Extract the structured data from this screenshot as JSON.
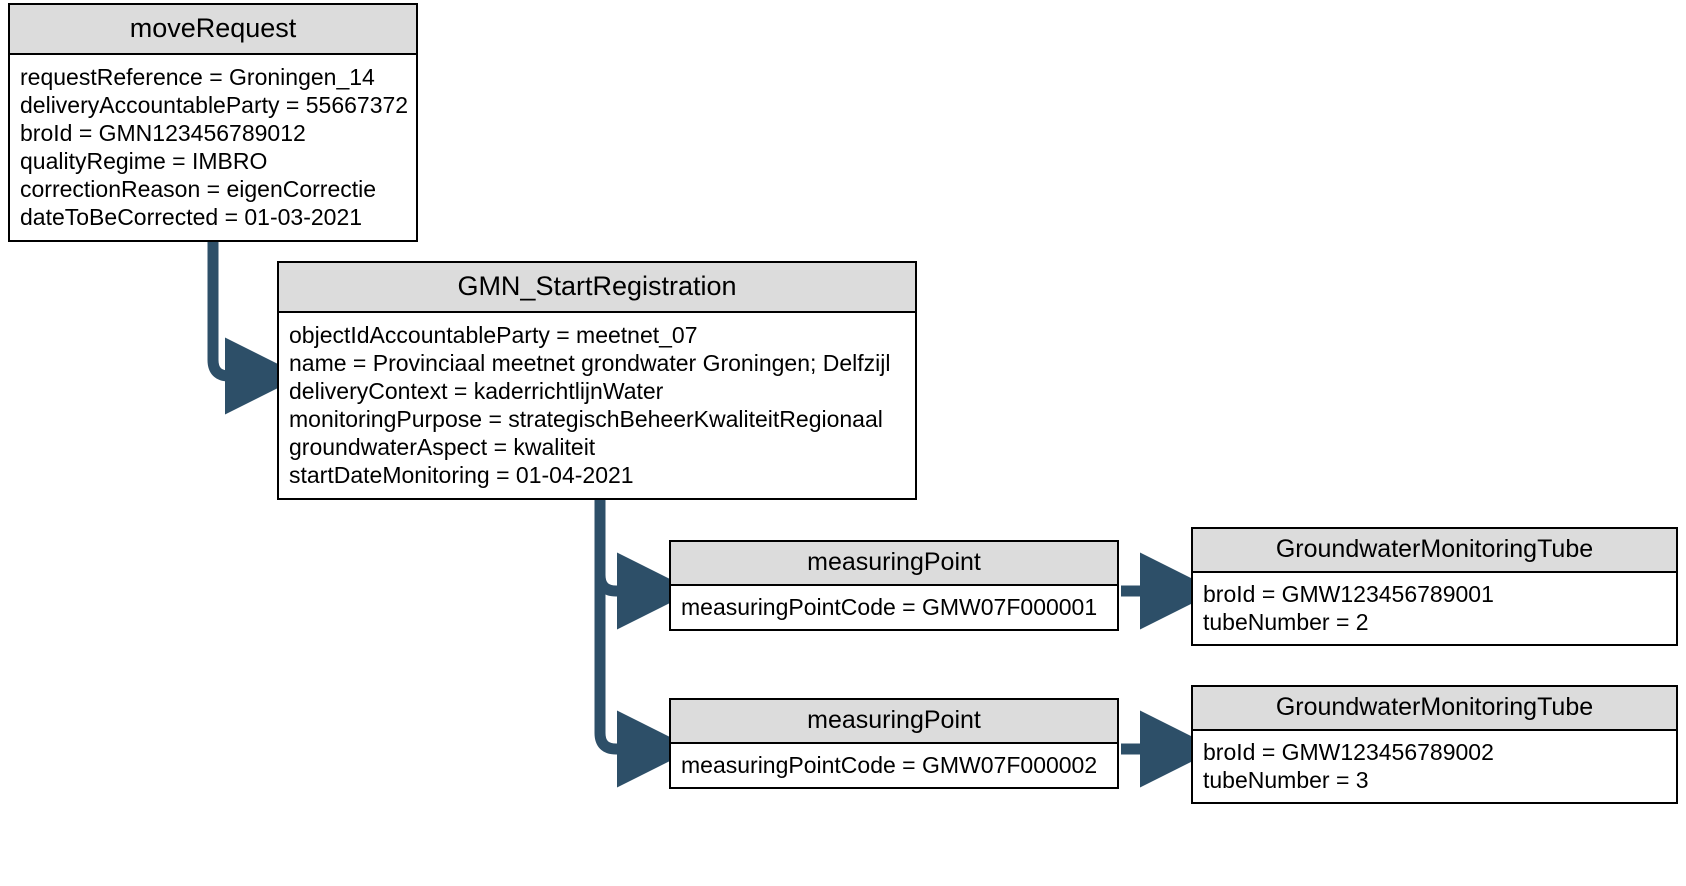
{
  "diagram": {
    "kind": "uml-object-diagram",
    "stroke_color": "#000000",
    "header_fill": "#dcdcdc",
    "body_fill": "#ffffff",
    "connector_color": "#2d4f68",
    "background": "#ffffff"
  },
  "boxes": {
    "move_request": {
      "title": "moveRequest",
      "attributes": [
        "requestReference = Groningen_14",
        "deliveryAccountableParty = 55667372",
        "broId = GMN123456789012",
        "qualityRegime = IMBRO",
        "correctionReason = eigenCorrectie",
        "dateToBeCorrected = 01-03-2021"
      ]
    },
    "gmn_start_registration": {
      "title": "GMN_StartRegistration",
      "attributes": [
        "objectIdAccountableParty = meetnet_07",
        "name = Provinciaal meetnet grondwater Groningen; Delfzijl",
        "deliveryContext = kaderrichtlijnWater",
        "monitoringPurpose = strategischBeheerKwaliteitRegionaal",
        "groundwaterAspect = kwaliteit",
        "startDateMonitoring = 01-04-2021"
      ]
    },
    "measuring_point_1": {
      "title": "measuringPoint",
      "attributes": [
        "measuringPointCode = GMW07F000001"
      ]
    },
    "measuring_point_2": {
      "title": "measuringPoint",
      "attributes": [
        "measuringPointCode = GMW07F000002"
      ]
    },
    "tube_1": {
      "title": "GroundwaterMonitoringTube",
      "attributes": [
        "broId = GMW123456789001",
        "tubeNumber = 2"
      ]
    },
    "tube_2": {
      "title": "GroundwaterMonitoringTube",
      "attributes": [
        "broId = GMW123456789002",
        "tubeNumber = 3"
      ]
    }
  },
  "connectors": [
    {
      "name": "move-request-to-gmn-start",
      "from": "move_request",
      "to": "gmn_start_registration"
    },
    {
      "name": "gmn-start-to-measuring-point-1",
      "from": "gmn_start_registration",
      "to": "measuring_point_1"
    },
    {
      "name": "gmn-start-to-measuring-point-2",
      "from": "gmn_start_registration",
      "to": "measuring_point_2"
    },
    {
      "name": "measuring-point-1-to-tube-1",
      "from": "measuring_point_1",
      "to": "tube_1"
    },
    {
      "name": "measuring-point-2-to-tube-2",
      "from": "measuring_point_2",
      "to": "tube_2"
    }
  ]
}
